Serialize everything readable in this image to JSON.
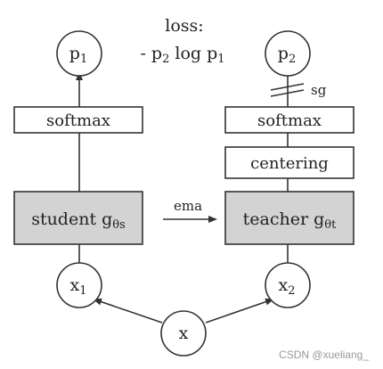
{
  "loss": {
    "line1": "loss:",
    "line2_prefix": "- p",
    "line2_sub1": "2",
    "line2_mid": " log p",
    "line2_sub2": "1"
  },
  "nodes": {
    "p1": {
      "main": "p",
      "sub": "1"
    },
    "p2": {
      "main": "p",
      "sub": "2"
    },
    "x1": {
      "main": "x",
      "sub": "1"
    },
    "x2": {
      "main": "x",
      "sub": "2"
    },
    "x": {
      "main": "x"
    }
  },
  "boxes": {
    "softmax_left": "softmax",
    "softmax_right": "softmax",
    "centering": "centering",
    "student": {
      "main": "student g",
      "sub": "θs"
    },
    "teacher": {
      "main": "teacher g",
      "sub": "θt"
    }
  },
  "edge_labels": {
    "ema": "ema",
    "sg": "sg"
  },
  "watermark": "CSDN @xueliang_",
  "colors": {
    "network_fill": "#d3d3d3",
    "stroke": "#333333",
    "background": "#ffffff"
  }
}
